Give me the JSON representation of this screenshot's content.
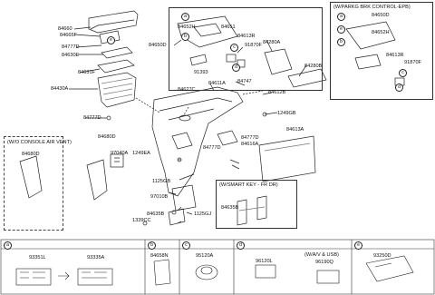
{
  "labels": {
    "l84660": "84660",
    "l84665F": "84665F",
    "l84777D_a": "84777D",
    "l84630E": "84630E",
    "l84631F": "84631F",
    "l84430A": "84430A",
    "l84777D_b": "84777D",
    "l84652H": "84652H",
    "l84651": "84651",
    "l84613R": "84613R",
    "l84650D": "84650D",
    "l91870F": "91870F",
    "l91393": "91393",
    "l84280A": "84280A",
    "l84280B": "84280B",
    "l84627C": "84627C",
    "l84611A": "84611A",
    "l84747": "84747",
    "l84612B": "84612B",
    "l1249GB": "1249GB",
    "l84680D": "84680D",
    "l97040A": "97040A",
    "l1249EA": "1249EA",
    "l84777D_c": "84777D",
    "l84613A": "84613A",
    "l84777D_d": "84777D",
    "l84616A": "84616A",
    "l1125GB": "1125GB",
    "l97010B": "97010B",
    "l84635B_a": "84635B",
    "l1125GJ": "1125GJ",
    "l1339CC": "1339CC",
    "l84635B_b": "84635B",
    "l84680D_w": "84680D",
    "l84650D_p": "84650D",
    "l84652H_p": "84652H",
    "l84613R_p": "84613R",
    "l91870F_p": "91870F"
  },
  "boxes": {
    "no_air_vent": "(W/O CONSOLE AIR VENT)",
    "parking_brake": "(W/PARKG BRK CONTROL-EPB)",
    "smart_key": "(W/SMART KEY - FR DR)"
  },
  "legend": [
    {
      "letter": "a",
      "parts": [
        "93351L",
        "93335A"
      ]
    },
    {
      "letter": "b",
      "parts": [
        "84658N"
      ]
    },
    {
      "letter": "c",
      "parts": [
        "95120A"
      ]
    },
    {
      "letter": "d",
      "parts": [
        "96120L",
        "96190Q"
      ],
      "note": "(W/A/V & USB)"
    },
    {
      "letter": "e",
      "parts": [
        "93250D"
      ]
    }
  ],
  "callouts": [
    "a",
    "b",
    "c",
    "d",
    "e",
    "a",
    "e",
    "b",
    "c",
    "d"
  ]
}
